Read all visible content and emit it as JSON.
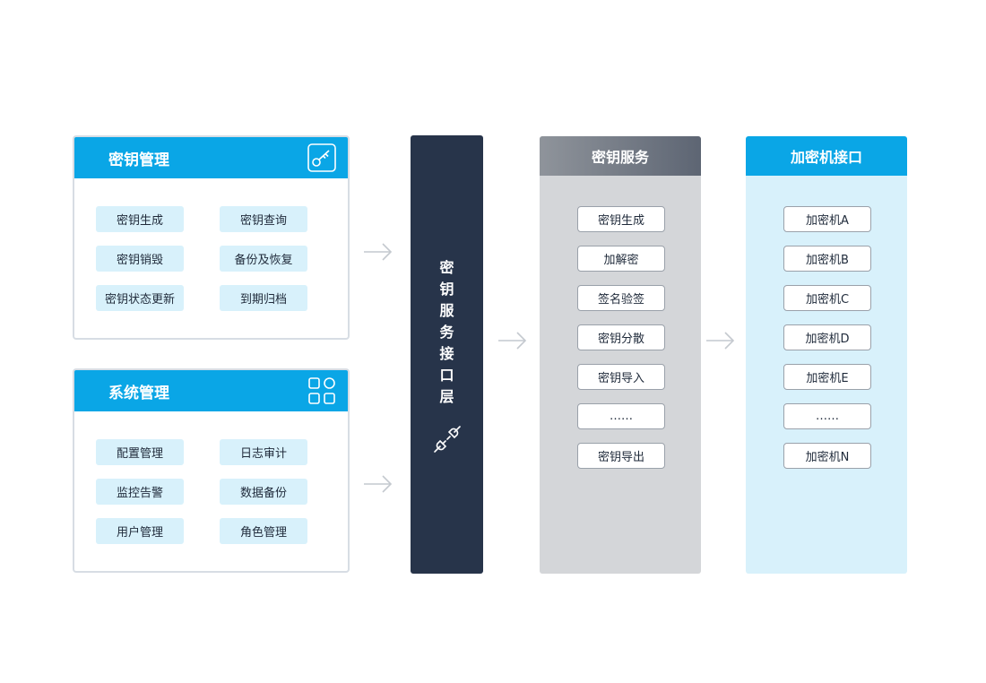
{
  "key_management": {
    "title": "密钥管理",
    "icon": "key-icon",
    "items": [
      "密钥生成",
      "密钥查询",
      "密钥销毁",
      "备份及恢复",
      "密钥状态更新",
      "到期归档"
    ]
  },
  "system_management": {
    "title": "系统管理",
    "icon": "apps-grid-icon",
    "items": [
      "配置管理",
      "日志审计",
      "监控告警",
      "数据备份",
      "用户管理",
      "角色管理"
    ]
  },
  "api_layer": {
    "title_chars": [
      "密",
      "钥",
      "服",
      "务",
      "接",
      "口",
      "层"
    ],
    "icon": "plug-icon"
  },
  "key_service": {
    "title": "密钥服务",
    "items": [
      "密钥生成",
      "加解密",
      "签名验签",
      "密钥分散",
      "密钥导入",
      "……",
      "密钥导出"
    ]
  },
  "hsm_interface": {
    "title": "加密机接口",
    "items": [
      "加密机A",
      "加密机B",
      "加密机C",
      "加密机D",
      "加密机E",
      "……",
      "加密机N"
    ]
  },
  "colors": {
    "accent": "#0aa6e6",
    "api_layer": "#27344a",
    "chip_bg": "#d8f1fb",
    "service_bg": "#d4d6d9"
  }
}
